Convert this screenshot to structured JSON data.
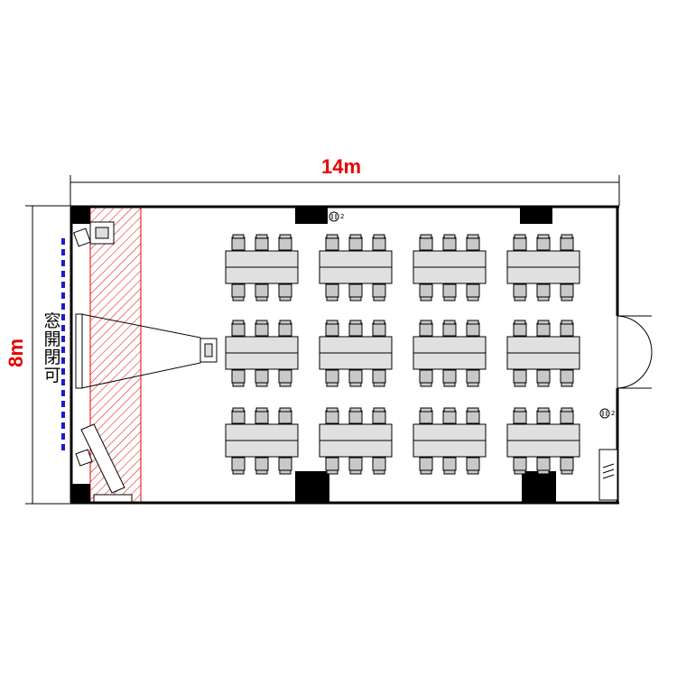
{
  "dimensions": {
    "width_label": "14m",
    "height_label": "8m"
  },
  "window_note": "窓開閉可",
  "outlets": [
    {
      "label": "2"
    },
    {
      "label": "2"
    }
  ],
  "layout": {
    "table_rows": 3,
    "table_columns": 4,
    "chairs_per_side": 3
  },
  "colors": {
    "dimension_text": "#e60000",
    "window_line": "#1a1acc",
    "stage_hatch": "#e60000",
    "wall": "#000000",
    "table_fill": "#e0e0e0",
    "chair_fill": "#c8c8c8"
  }
}
